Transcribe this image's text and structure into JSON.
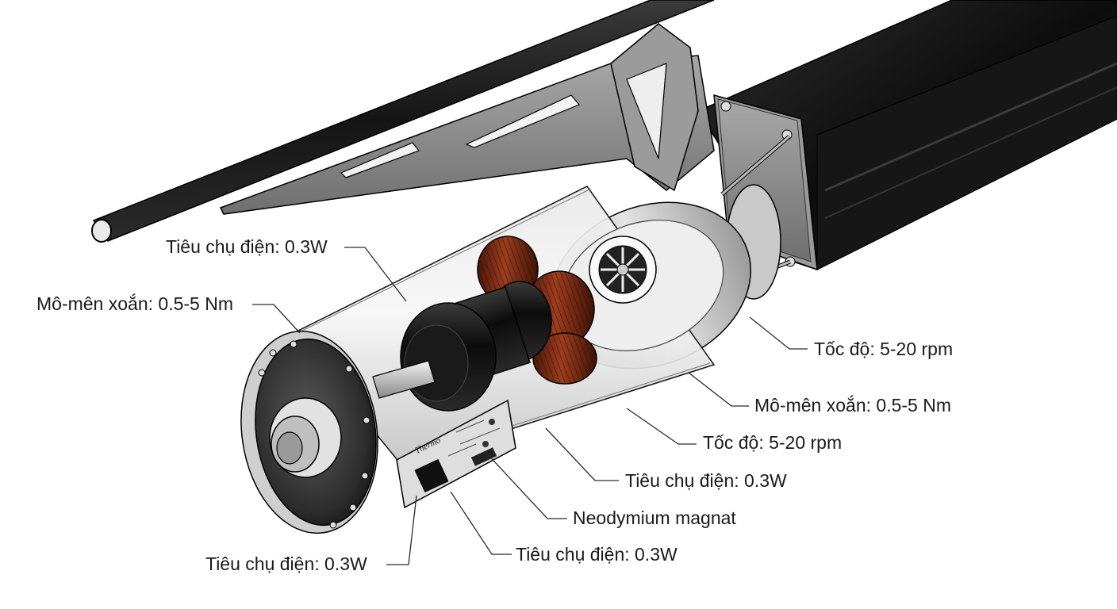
{
  "callouts": [
    {
      "id": "power-left-top",
      "text": "Tiêu chụ điện: 0.3W"
    },
    {
      "id": "torque-left",
      "text": "Mô-mên xoắn: 0.5-5 Nm"
    },
    {
      "id": "speed-right-top",
      "text": "Tốc độ: 5-20 rpm"
    },
    {
      "id": "torque-right",
      "text": "Mô-mên xoắn: 0.5-5 Nm"
    },
    {
      "id": "speed-right",
      "text": "Tốc độ: 5-20 rpm"
    },
    {
      "id": "power-right",
      "text": "Tiêu chụ điện: 0.3W"
    },
    {
      "id": "magnet",
      "text": "Neodymium magnat"
    },
    {
      "id": "power-bottom-center",
      "text": "Tiêu chụ điện: 0.3W"
    },
    {
      "id": "power-bottom-left",
      "text": "Tiêu chụ điện: 0.3W"
    }
  ],
  "pcb_marking": "Thermo",
  "colors": {
    "rail": "#1e1e1e",
    "bracket": "#8a8a8a",
    "housing": "#bdbdbd",
    "coil": "#7a2a14",
    "magnet": "#151515",
    "pcb": "#dcdcdc"
  }
}
